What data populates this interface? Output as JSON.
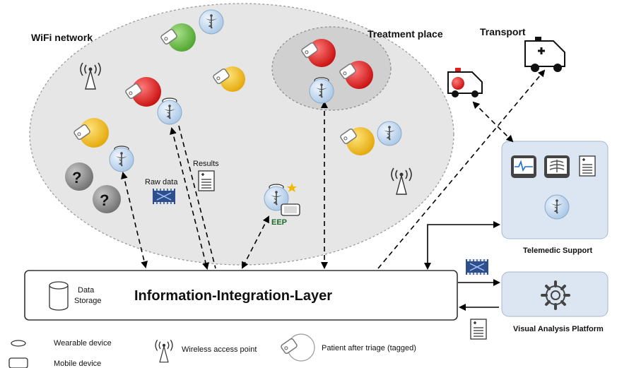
{
  "labels": {
    "wifi_network": "WiFi network",
    "treatment_place": "Treatment place",
    "transport": "Transport",
    "results": "Results",
    "raw_data": "Raw data",
    "eep": "EEP",
    "data_storage_line1": "Data",
    "data_storage_line2": "Storage",
    "integration_layer": "Information-Integration-Layer",
    "telemedic_support": "Telemedic Support",
    "visual_analysis_platform": "Visual Analysis Platform",
    "question_mark": "?"
  },
  "legend": {
    "wearable_device": "Wearable device",
    "mobile_device": "Mobile device",
    "wireless_access_point": "Wireless access point",
    "patient_tagged": "Patient after triage (tagged)"
  },
  "colors": {
    "red": "#e02020",
    "yellow": "#f5c10f",
    "green": "#6cc04a",
    "grey_patient": "#8a8a8a",
    "wifi_cloud": "#e6e6e6",
    "treatment_area": "#d0d0d0",
    "side_panel": "#dce6f2",
    "doctor_badge": "#c9dcf0"
  }
}
